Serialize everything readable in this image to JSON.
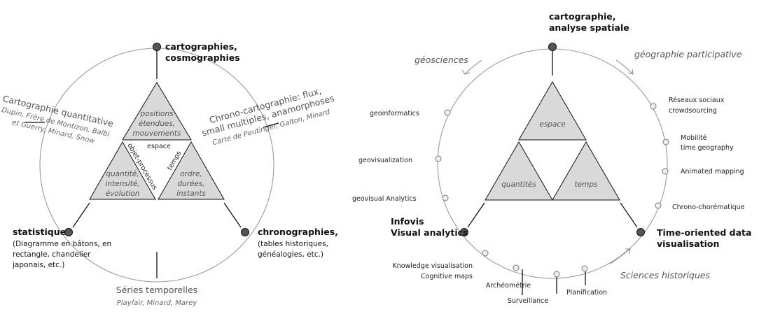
{
  "left": {
    "top_node": [
      "cartographies,",
      "cosmographies"
    ],
    "left_node": [
      "statistique",
      "(Diagramme en bâtons, en",
      "rectangle, chandelier",
      "japonais, etc.)"
    ],
    "right_node": [
      "chronographies,",
      "(tables historiques,",
      "généalogies, etc.)"
    ],
    "bottom_label": "Séries temporelles",
    "bottom_names": "Playfair, Minard, Marey",
    "upper_left_title": "Cartographie quantitative",
    "upper_left_names": [
      "Dupin, Frère de Montizon, Balbi",
      "et Guerry, Minard, Snow"
    ],
    "upper_right_title": [
      "Chrono-cartographie: flux,",
      "small multiples, anamorphoses"
    ],
    "upper_right_names": "Carte de Peutinger, Galton, Minard",
    "tri_top": [
      "positions",
      "étendues,",
      "mouvements"
    ],
    "tri_left": [
      "quantité,",
      "intensité,",
      "évolution"
    ],
    "tri_right": [
      "ordre,",
      "durées,",
      "instants"
    ],
    "edge_espace": "espace",
    "edge_objet": "objet-processus",
    "edge_temps": "temps"
  },
  "right": {
    "top_node": [
      "cartographie,",
      "analyse spatiale"
    ],
    "left_node": [
      "Infovis",
      "Visual analytics"
    ],
    "right_node": [
      "Time-oriented data",
      "visualisation"
    ],
    "geosciences": "géosciences",
    "geo_participative": "géographie participative",
    "sciences_historiques": "Sciences historiques",
    "tri_top": "espace",
    "tri_left": "quantités",
    "tri_right": "temps",
    "left_items": [
      "geoinformatics",
      "geovisualization",
      "geovisual Analytics"
    ],
    "right_items": [
      [
        "Réseaux sociaux",
        "crowdsourcing"
      ],
      [
        "Mobilité",
        "time geography"
      ],
      [
        "Animated mapping"
      ],
      [
        "Chrono-chorématique"
      ]
    ],
    "bottom_items": [
      [
        "Knowledge visualisation",
        "Cognitive maps"
      ],
      [
        "Archéométrie"
      ],
      [
        "Surveillance"
      ],
      [
        "Planification"
      ]
    ]
  }
}
